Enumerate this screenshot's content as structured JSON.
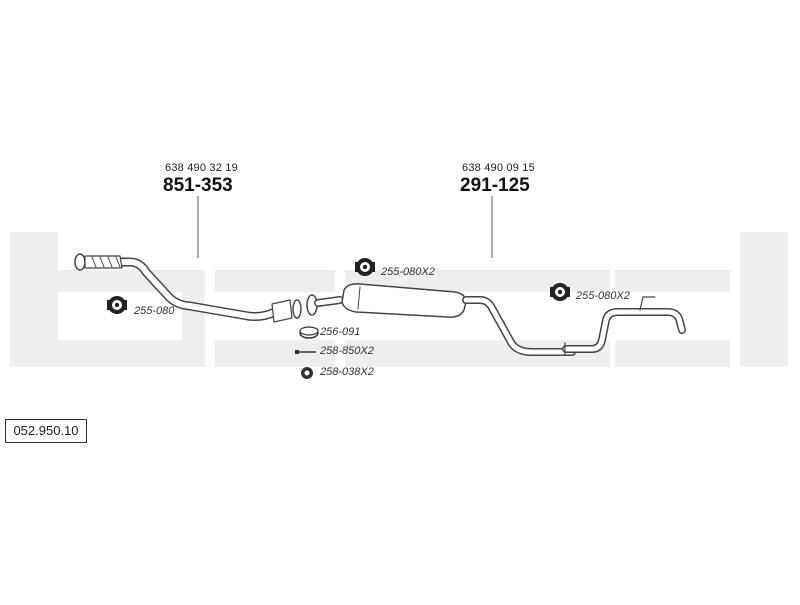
{
  "diagram": {
    "reference": "052.950.10",
    "components": [
      {
        "oem": "638 490 32 19",
        "part": "851-353"
      },
      {
        "oem": "638 490 09 15",
        "part": "291-125"
      }
    ],
    "accessories": {
      "front_clamp": "255-080",
      "mid_clamp": "255-080X2",
      "rear_clamp": "255-080X2",
      "gasket": "256-091",
      "bolt": "258-850X2",
      "nut": "258-038X2"
    },
    "colors": {
      "watermark": "#eeeeee",
      "line": "#555555",
      "text": "#222222"
    }
  }
}
